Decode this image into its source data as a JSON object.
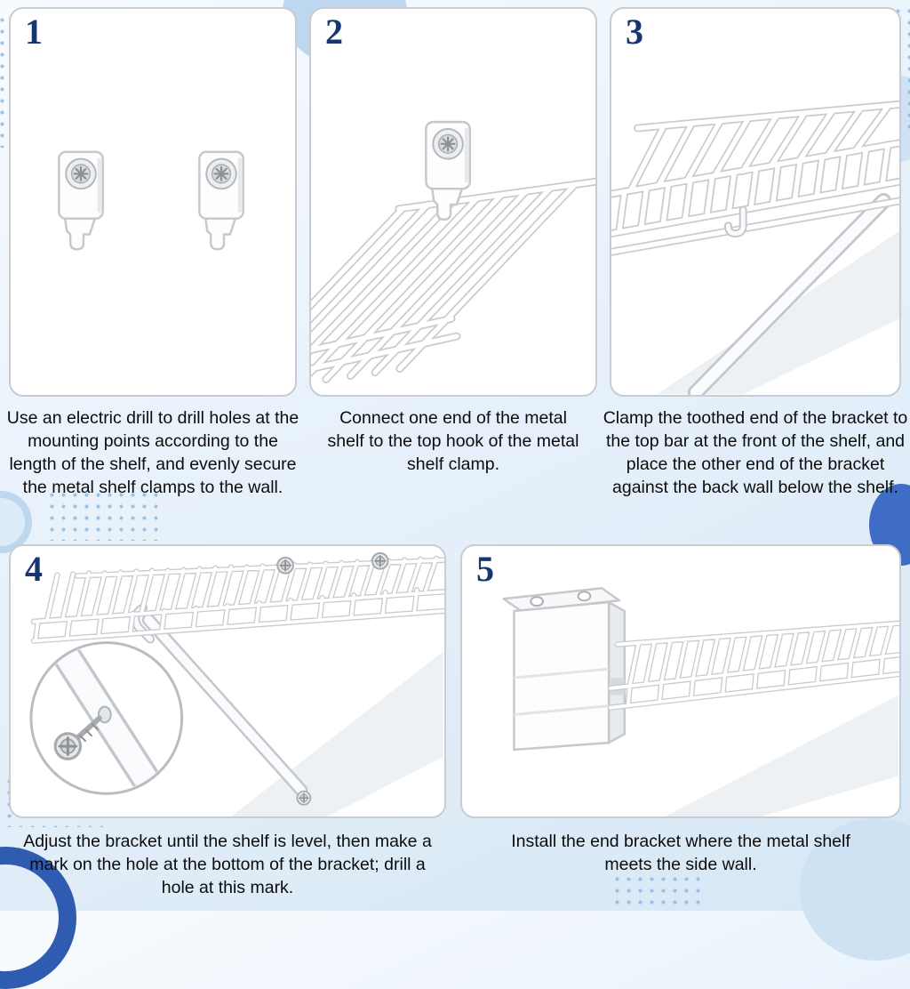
{
  "colors": {
    "accent_navy": "#17356e",
    "decor_blue_dark": "#2f5cb0",
    "decor_blue_mid": "#3f6cc4",
    "decor_blue_light": "#bdd7ef",
    "panel_border": "#c9ccd1",
    "wire_edge": "#c9cbd0",
    "caption_text": "#0c0c0c"
  },
  "steps": [
    {
      "number": "1",
      "illustration": "two-wall-clamps-with-screws",
      "caption": "Use an electric drill to drill holes at the mounting points according to the length of the shelf, and evenly secure the metal shelf clamps to the wall."
    },
    {
      "number": "2",
      "illustration": "shelf-wire-hooked-into-clamp",
      "caption": "Connect one end of the metal shelf to the top hook of the metal shelf clamp."
    },
    {
      "number": "3",
      "illustration": "bracket-clamped-to-shelf-front-bar",
      "caption": "Clamp the toothed end of the bracket to the top bar at the front of the shelf, and place the other end of the bracket against the back wall below the shelf."
    },
    {
      "number": "4",
      "illustration": "shelf-with-diagonal-bracket-and-screw-zoom-detail",
      "caption": "Adjust the bracket until the shelf is level, then make a mark on the hole at the bottom of the bracket; drill a hole at this mark."
    },
    {
      "number": "5",
      "illustration": "end-bracket-holding-shelf-at-side-wall",
      "caption": "Install the end bracket where the metal shelf meets the side wall."
    }
  ]
}
